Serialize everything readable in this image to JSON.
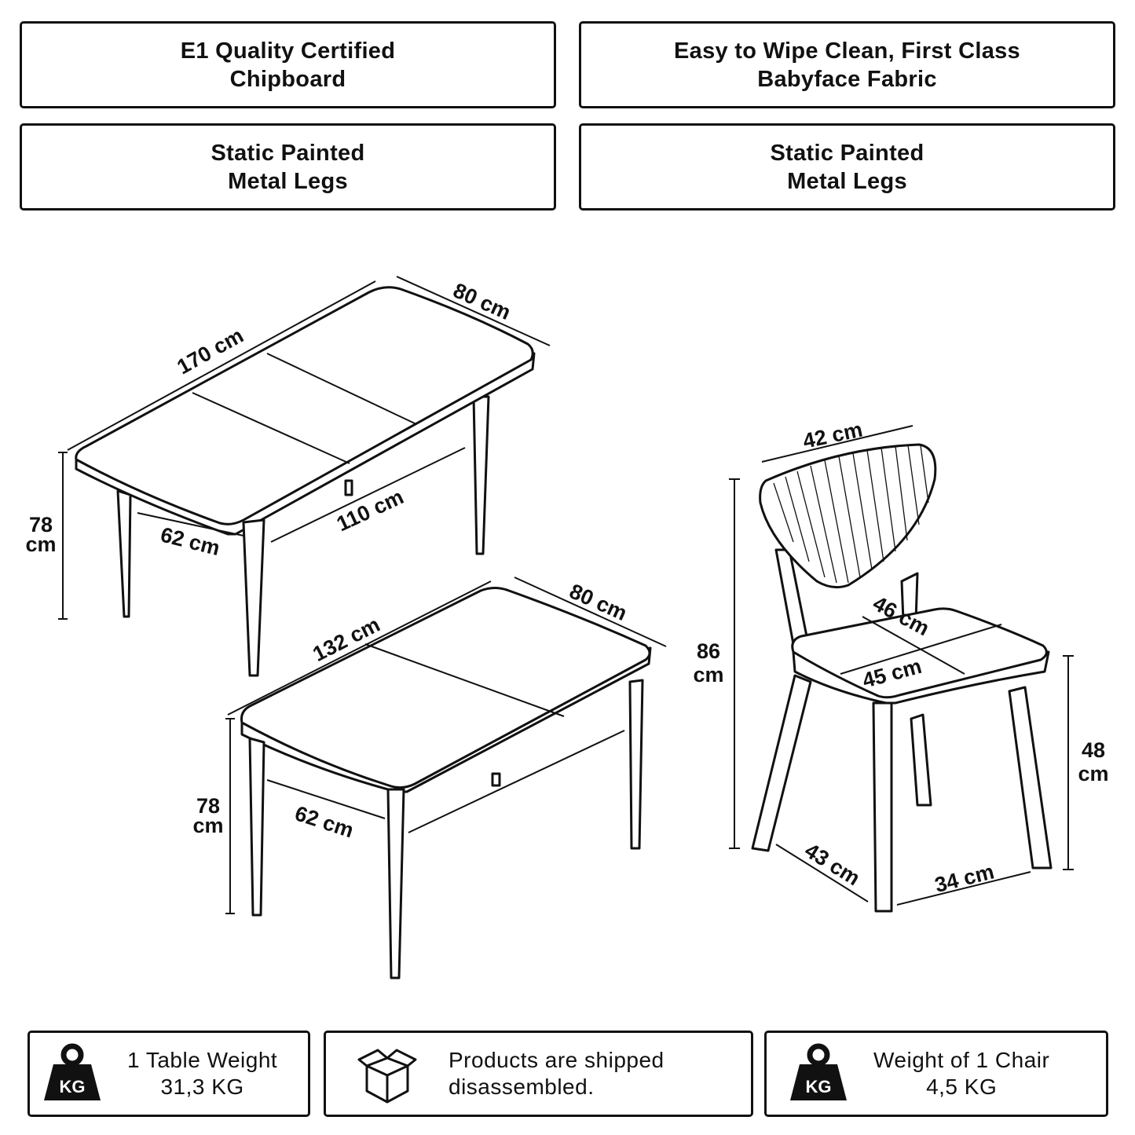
{
  "features": [
    {
      "line1": "E1 Quality Certified",
      "line2": "Chipboard"
    },
    {
      "line1": "Easy to Wipe Clean, First Class",
      "line2": "Babyface Fabric"
    },
    {
      "line1": "Static Painted",
      "line2": "Metal Legs"
    },
    {
      "line1": "Static Painted",
      "line2": "Metal Legs"
    }
  ],
  "extended_table": {
    "length": "170 cm",
    "width": "80 cm",
    "height_value": "78",
    "height_unit": "cm",
    "leg_span_short": "62 cm",
    "leg_span_long": "110 cm"
  },
  "closed_table": {
    "length": "132 cm",
    "width": "80 cm",
    "height_value": "78",
    "height_unit": "cm",
    "leg_span_short": "62 cm"
  },
  "chair": {
    "back_width": "42 cm",
    "height_value": "86",
    "height_unit": "cm",
    "seat_depth": "46 cm",
    "seat_width": "45 cm",
    "seat_height_value": "48",
    "seat_height_unit": "cm",
    "leg_depth": "43 cm",
    "leg_width": "34 cm"
  },
  "info": [
    {
      "icon": "kg-weight-icon",
      "line1": "1 Table Weight",
      "line2": "31,3 KG"
    },
    {
      "icon": "open-box-icon",
      "line1": "Products are shipped",
      "line2": "disassembled."
    },
    {
      "icon": "kg-weight-icon",
      "line1": "Weight of 1 Chair",
      "line2": "4,5 KG"
    }
  ],
  "icon_label": "KG"
}
